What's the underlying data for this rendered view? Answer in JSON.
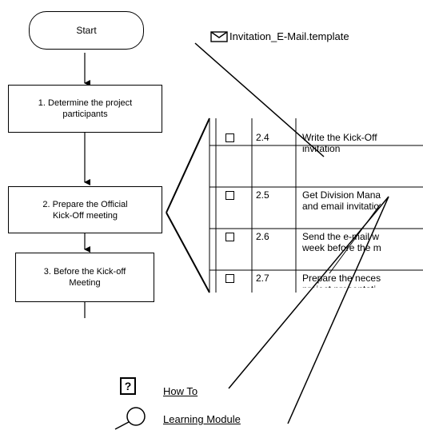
{
  "flowchart": {
    "start": "Start",
    "steps": [
      "1. Determine the project\nparticipants",
      "2. Prepare the Official\nKick-Off meeting",
      "3. Before the Kick-off\nMeeting"
    ]
  },
  "template_label": "Invitation_E-Mail.template",
  "checklist": [
    {
      "num": "2.4",
      "text": "Write the Kick-Off\ninvitation"
    },
    {
      "num": "2.5",
      "text": "Get Division Mana\nand email invitatio"
    },
    {
      "num": "2.6",
      "text": "Send the e-mail w\nweek before the m"
    },
    {
      "num": "2.7",
      "text": "Prepare the neces\nproject presentati\nKnow-Center proj"
    }
  ],
  "help": {
    "icon_glyph": "?",
    "how_to": "How To",
    "learning_module": "Learning Module"
  }
}
